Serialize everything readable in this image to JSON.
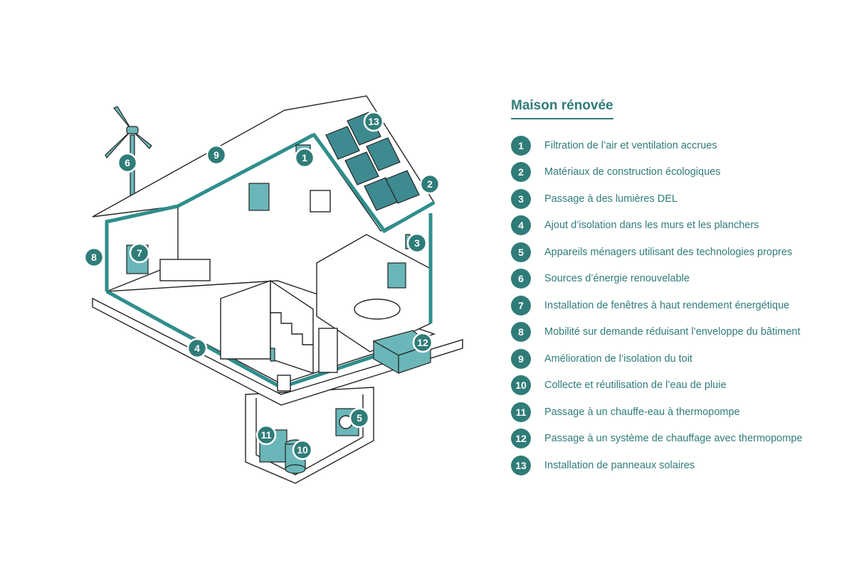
{
  "legend": {
    "title": "Maison rénovée",
    "items": [
      {
        "num": "1",
        "label": "Filtration de l’air et ventilation accrues"
      },
      {
        "num": "2",
        "label": "Matériaux de construction écologiques"
      },
      {
        "num": "3",
        "label": "Passage à des lumières DEL"
      },
      {
        "num": "4",
        "label": "Ajout d’isolation dans les murs et les planchers"
      },
      {
        "num": "5",
        "label": "Appareils ménagers utilisant des technologies propres"
      },
      {
        "num": "6",
        "label": "Sources d’énergie renouvelable"
      },
      {
        "num": "7",
        "label": "Installation de fenêtres à haut rendement énergétique"
      },
      {
        "num": "8",
        "label": "Mobilité sur demande réduisant l’enveloppe du bâtiment"
      },
      {
        "num": "9",
        "label": "Amélioration de l’isolation du toit"
      },
      {
        "num": "10",
        "label": "Collecte et réutilisation de l’eau de pluie"
      },
      {
        "num": "11",
        "label": "Passage à un chauffe-eau à thermopompe"
      },
      {
        "num": "12",
        "label": "Passage à un système de chauffage avec thermopompe"
      },
      {
        "num": "13",
        "label": "Installation de panneaux solaires"
      }
    ]
  },
  "diagram": {
    "markers": [
      "1",
      "2",
      "3",
      "4",
      "5",
      "6",
      "7",
      "8",
      "9",
      "10",
      "11",
      "12",
      "13"
    ]
  },
  "colors": {
    "accent": "#2f7c78",
    "light_teal": "#6ab6b8",
    "panel": "#3e8a91"
  }
}
